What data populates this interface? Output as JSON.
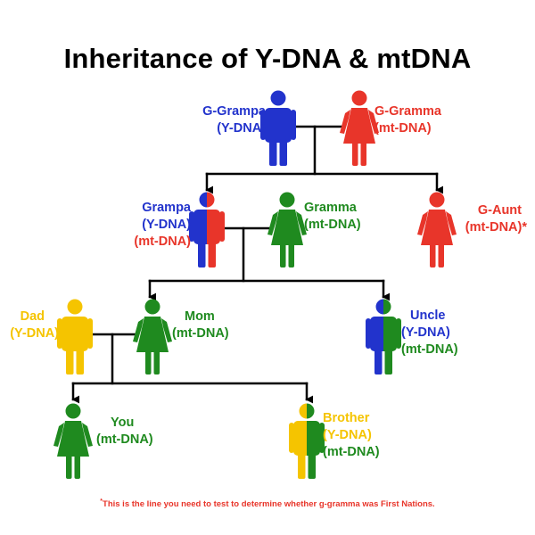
{
  "title": "Inheritance of Y-DNA & mtDNA",
  "colors": {
    "ydna_blue": "#2233cc",
    "mtdna_red": "#e8352a",
    "mtdna_green": "#1f8a1f",
    "dad_yellow": "#f5c400",
    "lines": "#000000"
  },
  "people": {
    "g_grampa": {
      "name": "G-Grampa",
      "line1": "(Y-DNA)"
    },
    "g_gramma": {
      "name": "G-Gramma",
      "line1": "(mt-DNA)"
    },
    "grampa": {
      "name": "Grampa",
      "line1": "(Y-DNA)",
      "line2": "(mt-DNA)"
    },
    "gramma": {
      "name": "Gramma",
      "line1": "(mt-DNA)"
    },
    "g_aunt": {
      "name": "G-Aunt",
      "line1": "(mt-DNA)*"
    },
    "dad": {
      "name": "Dad",
      "line1": "(Y-DNA)"
    },
    "mom": {
      "name": "Mom",
      "line1": "(mt-DNA)"
    },
    "uncle": {
      "name": "Uncle",
      "line1": "(Y-DNA)",
      "line2": "(mt-DNA)"
    },
    "you": {
      "name": "You",
      "line1": "(mt-DNA)"
    },
    "brother": {
      "name": "Brother",
      "line1": "(Y-DNA)",
      "line2": "(mt-DNA)"
    }
  },
  "footnote": {
    "marker": "*",
    "text": "This is the line you need to test to determine whether g-gramma was First Nations."
  }
}
